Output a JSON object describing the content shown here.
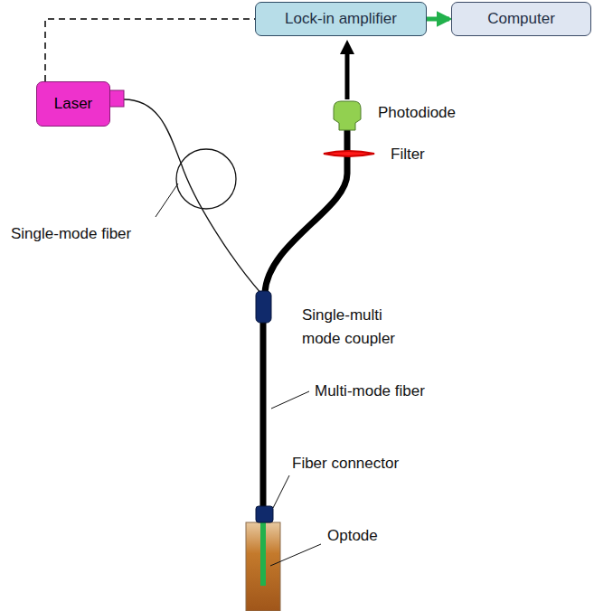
{
  "diagram": {
    "nodes": [
      {
        "text": [
          "Lock-in amplifier"
        ]
      },
      {
        "text": [
          "Computer"
        ]
      },
      {
        "text": [
          "Laser"
        ]
      }
    ],
    "edges": [
      {
        "from": 2,
        "to": 0,
        "arrow": "none"
      },
      {
        "from": 0,
        "to": 1,
        "arrow": "to"
      }
    ],
    "labels": [
      "Photodiode",
      "Filter",
      "Single-mode fiber",
      "Single-multi mode coupler",
      "Multi-mode fiber",
      "Fiber connector",
      "Optode"
    ]
  }
}
